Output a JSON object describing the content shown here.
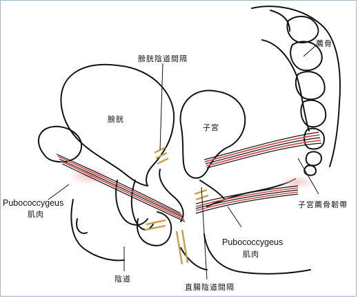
{
  "labels": {
    "vesicovaginal_septum": "膀胱陰道間隔",
    "sacrum": "薦骨",
    "bladder": "膀胱",
    "uterus": "子宮",
    "pubococcygeus_left_en": "Pubococcygeus",
    "pubococcygeus_left_cn": "肌肉",
    "uterosacral_ligament": "子宮薦骨韌帶",
    "pubococcygeus_right_en": "Pubococcygeus",
    "pubococcygeus_right_cn": "肌肉",
    "vagina": "陰道",
    "rectovaginal_septum": "直腸陰道間隔"
  },
  "colors": {
    "outline": "#111111",
    "muscle_fibers": "#d04a4a",
    "muscle_glow": "#f2b8b8",
    "septum_fill": "#c8a24a",
    "frame_border": "#9fb7d0"
  }
}
